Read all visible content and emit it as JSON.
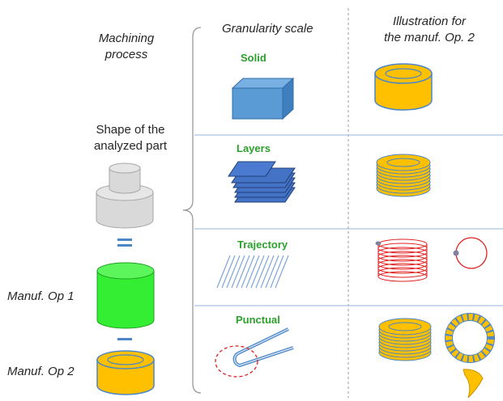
{
  "left": {
    "machining_line1": "Machining",
    "machining_line2": "process",
    "shape_line1": "Shape of the",
    "shape_line2": "analyzed part",
    "manuf_op1": "Manuf. Op 1",
    "manuf_op2": "Manuf. Op 2"
  },
  "headers": {
    "granularity": "Granularity scale",
    "illustration_line1": "Illustration for",
    "illustration_line2": "the manuf. Op. 2"
  },
  "scales": [
    {
      "label": "Solid"
    },
    {
      "label": "Layers"
    },
    {
      "label": "Trajectory"
    },
    {
      "label": "Punctual"
    }
  ],
  "colors": {
    "grey_part": "#d9d9d9",
    "green_part": "#33ee33",
    "yellow_part": "#ffc000",
    "blue": "#4a86c8",
    "red": "#e02020",
    "separator": "#a9c4e0",
    "green_text": "#2ca02c"
  }
}
